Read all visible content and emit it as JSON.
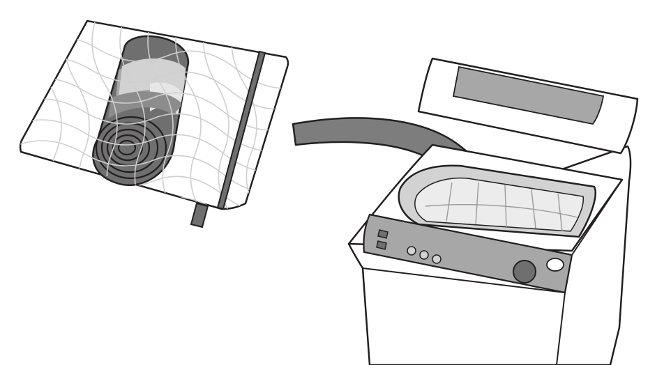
{
  "illustration": {
    "step": "place-rolled-item-in-laundry-net-then-into-washer",
    "icons": {
      "laundry_net": "laundry-net-icon",
      "rolled_item": "rolled-cushion-icon",
      "zipper": "zipper-icon",
      "arrow": "curved-arrow-icon",
      "washer": "top-load-washing-machine-icon"
    },
    "washer_controls": {
      "square_buttons": 2,
      "round_buttons": 3,
      "dials": 1,
      "oval_buttons": 1
    },
    "colors": {
      "outline": "#231f20",
      "background": "#ffffff",
      "light_gray": "#d2d2d2",
      "mid_gray": "#a7a7a7",
      "dark_gray": "#6f6f6f",
      "arrow_fill": "#7d7d7d",
      "net_mesh": "#cfcfcf"
    }
  }
}
